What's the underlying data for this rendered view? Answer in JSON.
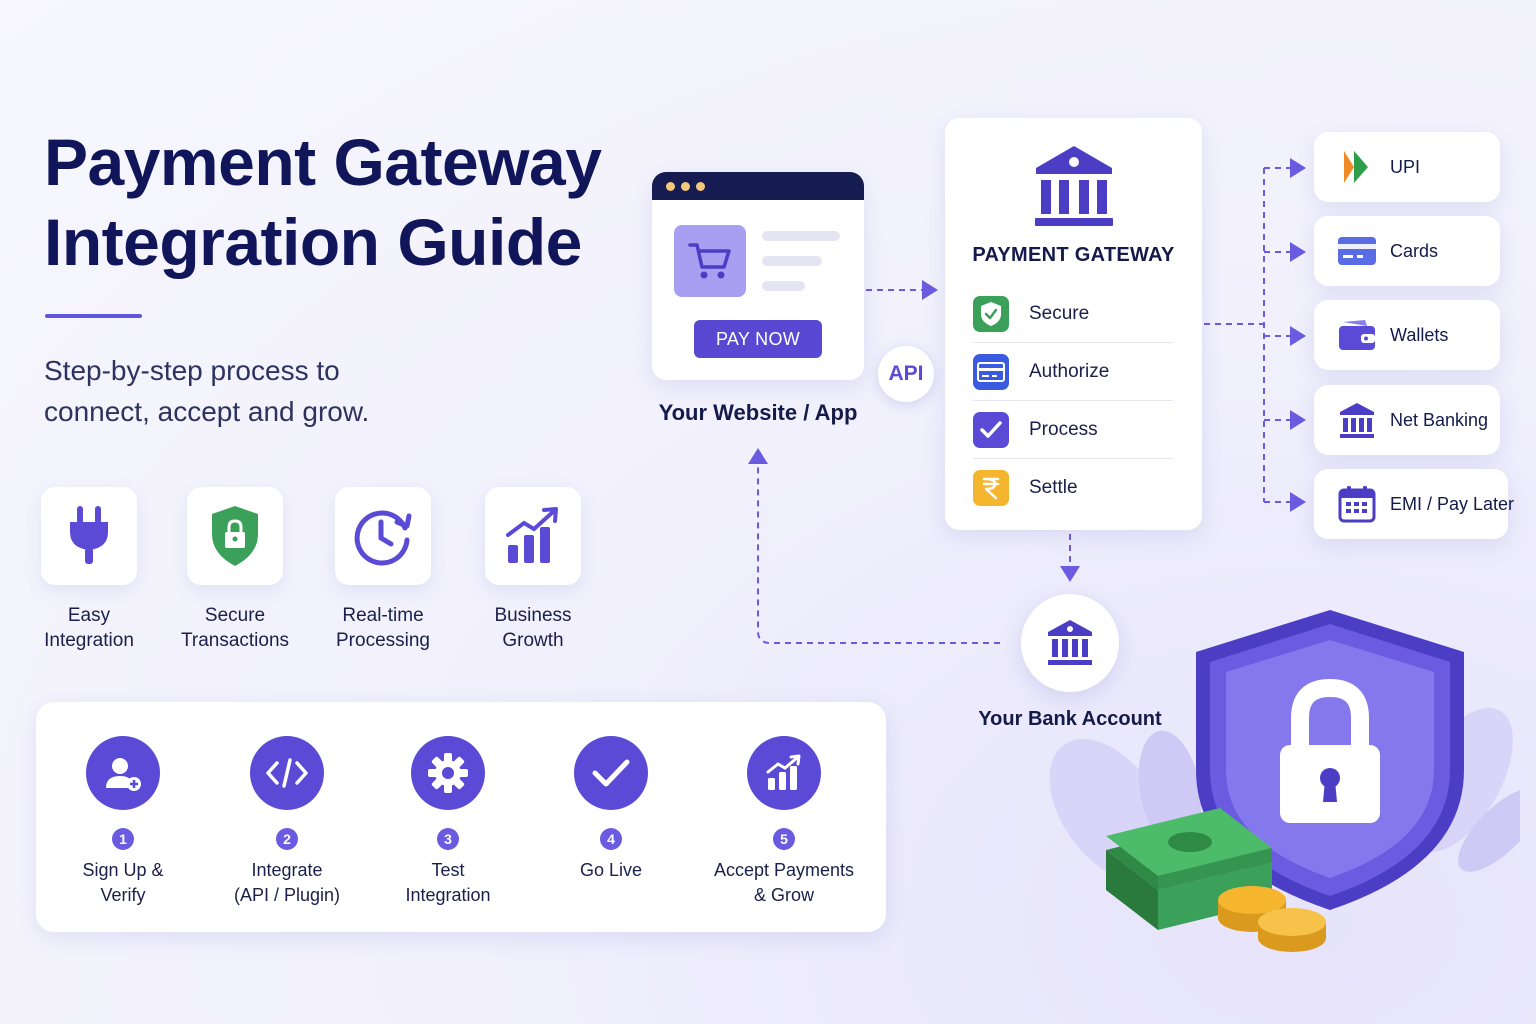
{
  "header": {
    "title_line1": "Payment Gateway",
    "title_line2": "Integration Guide",
    "subtitle_line1": "Step-by-step process to",
    "subtitle_line2": "connect, accept and grow."
  },
  "features": [
    {
      "line1": "Easy",
      "line2": "Integration",
      "icon": "plug-icon"
    },
    {
      "line1": "Secure",
      "line2": "Transactions",
      "icon": "shield-lock-icon"
    },
    {
      "line1": "Real-time",
      "line2": "Processing",
      "icon": "clock-refresh-icon"
    },
    {
      "line1": "Business",
      "line2": "Growth",
      "icon": "growth-chart-icon"
    }
  ],
  "steps": [
    {
      "number": "1",
      "line1": "Sign Up &",
      "line2": "Verify",
      "icon": "user-add-icon"
    },
    {
      "number": "2",
      "line1": "Integrate",
      "line2": "(API / Plugin)",
      "icon": "code-icon"
    },
    {
      "number": "3",
      "line1": "Test",
      "line2": "Integration",
      "icon": "gear-icon"
    },
    {
      "number": "4",
      "line1": "Go Live",
      "line2": "",
      "icon": "check-icon"
    },
    {
      "number": "5",
      "line1": "Accept Payments",
      "line2": "& Grow",
      "icon": "growth-chart-icon"
    }
  ],
  "website": {
    "pay_button": "PAY NOW",
    "label": "Your Website / App",
    "api_badge": "API"
  },
  "gateway": {
    "title": "PAYMENT GATEWAY",
    "steps": [
      {
        "label": "Secure",
        "icon": "shield-check-icon"
      },
      {
        "label": "Authorize",
        "icon": "card-icon"
      },
      {
        "label": "Process",
        "icon": "checkbox-icon"
      },
      {
        "label": "Settle",
        "icon": "rupee-icon"
      }
    ]
  },
  "payment_methods": [
    {
      "label": "UPI",
      "icon": "upi-icon"
    },
    {
      "label": "Cards",
      "icon": "card-icon"
    },
    {
      "label": "Wallets",
      "icon": "wallet-icon"
    },
    {
      "label": "Net Banking",
      "icon": "bank-icon"
    },
    {
      "label": "EMI / Pay Later",
      "icon": "calendar-icon"
    }
  ],
  "bank": {
    "label": "Your Bank Account",
    "icon": "bank-icon"
  },
  "colors": {
    "primary": "#5a4ad6",
    "navy": "#11155a",
    "green": "#3ba05a",
    "blue": "#3a5be0",
    "amber": "#f5b52e"
  }
}
